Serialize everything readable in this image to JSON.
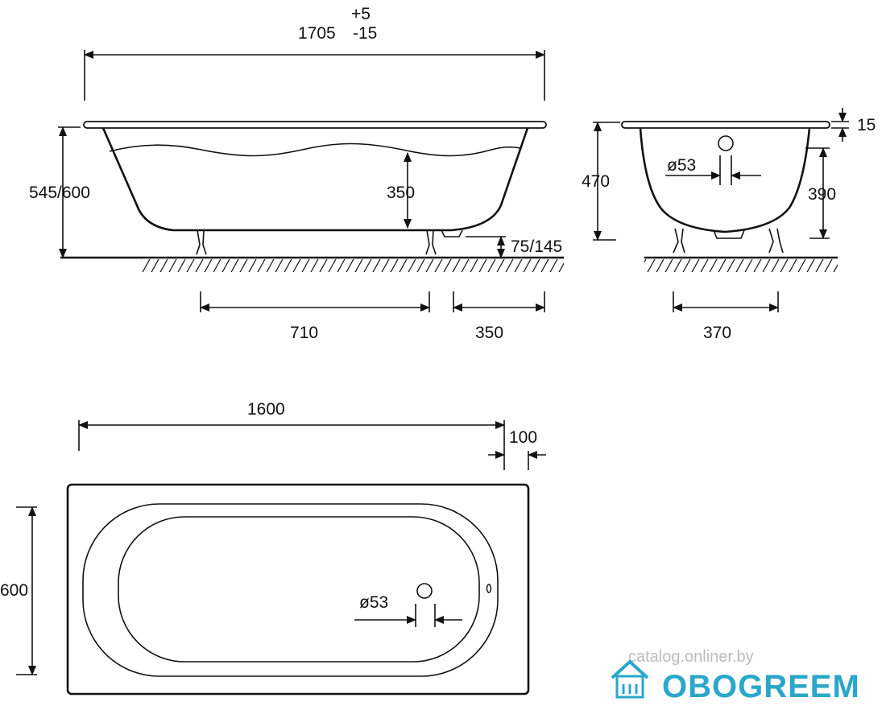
{
  "drawing": {
    "side_view": {
      "total_length": "1705",
      "tolerance_plus": "+5",
      "tolerance_minus": "-15",
      "height_total": "545/600",
      "depth": "350",
      "foot_height": "75/145",
      "feet_spacing": "710",
      "drain_offset": "350"
    },
    "end_view": {
      "rim": "15",
      "height": "470",
      "inner_depth": "390",
      "overflow_diameter": "ø53",
      "feet_spacing": "370"
    },
    "top_view": {
      "length": "1600",
      "drain_offset": "100",
      "width": "600",
      "drain_diameter": "ø53"
    }
  },
  "watermark": {
    "brand": "OBOGREEM",
    "site": "catalog.onliner.by",
    "icon": "house-icon",
    "color": "#2aa7c9"
  }
}
